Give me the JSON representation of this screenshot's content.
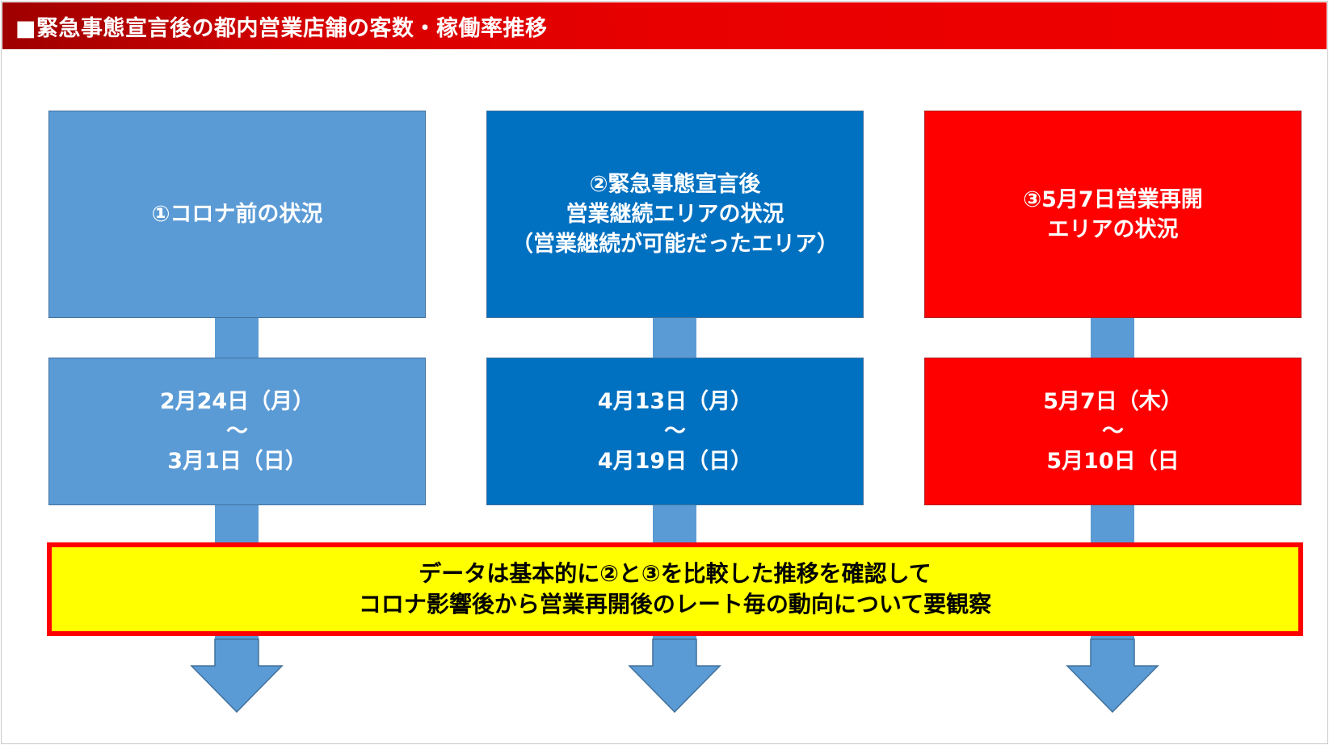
{
  "title": "■緊急事態宣言後の都内営業店舗の客数・稼働率推移",
  "colors": {
    "title_bar": "#e00000",
    "light_blue": "#5b9bd5",
    "blue": "#0070c0",
    "red": "#ff0000",
    "yellow": "#ffff00"
  },
  "columns": [
    {
      "header_lines": [
        "①コロナ前の状況"
      ],
      "date_lines": [
        "2月24日（月）",
        "～",
        "3月1日（日）"
      ],
      "color": "#5b9bd5"
    },
    {
      "header_lines": [
        "②緊急事態宣言後",
        "営業継続エリアの状況",
        "（営業継続が可能だったエリア）"
      ],
      "date_lines": [
        "4月13日（月）",
        "～",
        "4月19日（日）"
      ],
      "color": "#0070c0"
    },
    {
      "header_lines": [
        "③5月7日営業再開",
        "エリアの状況"
      ],
      "date_lines": [
        "5月7日（木）",
        "～",
        "5月10日（日"
      ],
      "color": "#ff0000"
    }
  ],
  "summary_lines": [
    "データは基本的に②と③を比較した推移を確認して",
    "コロナ影響後から営業再開後のレート毎の動向について要観察"
  ],
  "arrow_icon": "down-arrow-icon"
}
